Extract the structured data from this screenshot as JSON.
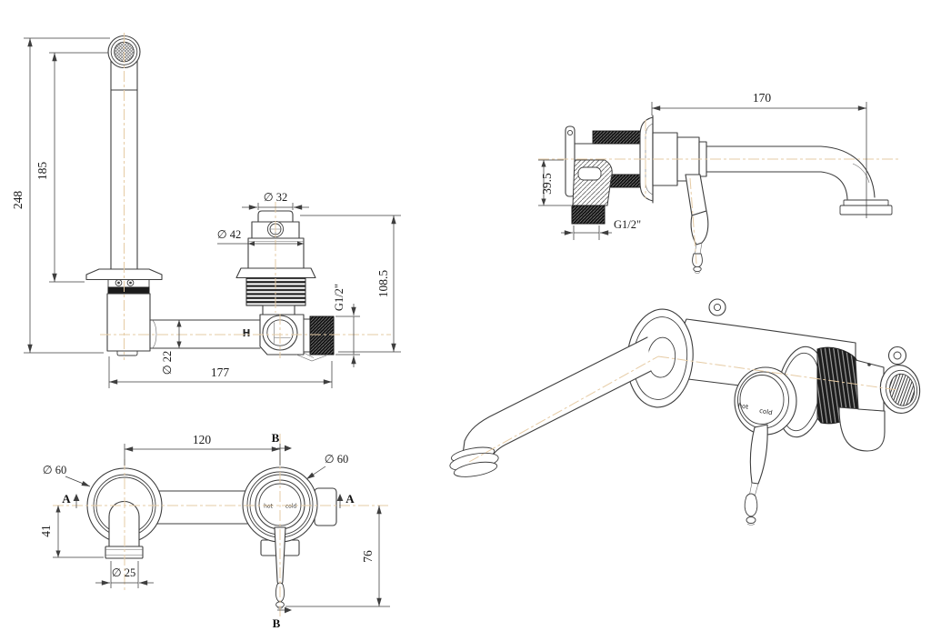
{
  "drawing": {
    "type": "technical-drawing",
    "subject": "wall-mounted basin mixer tap",
    "views": {
      "side": {
        "name": "front elevation with concealed valve",
        "labels": {
          "total_height": "248",
          "spout_height": "185",
          "cap_dia": "∅ 32",
          "body_dia": "∅ 42",
          "valve_height": "108.5",
          "side_port_thread": "G1/2\"",
          "tube_dia": "∅ 22",
          "total_width": "177",
          "hot_marking": "H"
        }
      },
      "profile": {
        "name": "side elevation",
        "labels": {
          "spout_reach": "170",
          "wall_depth": "39.5",
          "inlet_thread": "G1/2\""
        }
      },
      "front": {
        "name": "face view with sections",
        "labels": {
          "centre_distance": "120",
          "flange_dia": "∅ 60",
          "spout_drop": "41",
          "spout_dia": "∅ 25",
          "handle_drop": "76",
          "section_a": "A",
          "section_b": "B",
          "hot": "hot",
          "cold": "cold"
        }
      },
      "iso": {
        "name": "isometric view",
        "labels": {
          "hot": "hot",
          "cold": "cold"
        }
      }
    },
    "colors": {
      "line": "#3e3e3e",
      "centerline": "#e6cba4",
      "thread_dark": "#101010",
      "background": "#ffffff"
    }
  }
}
